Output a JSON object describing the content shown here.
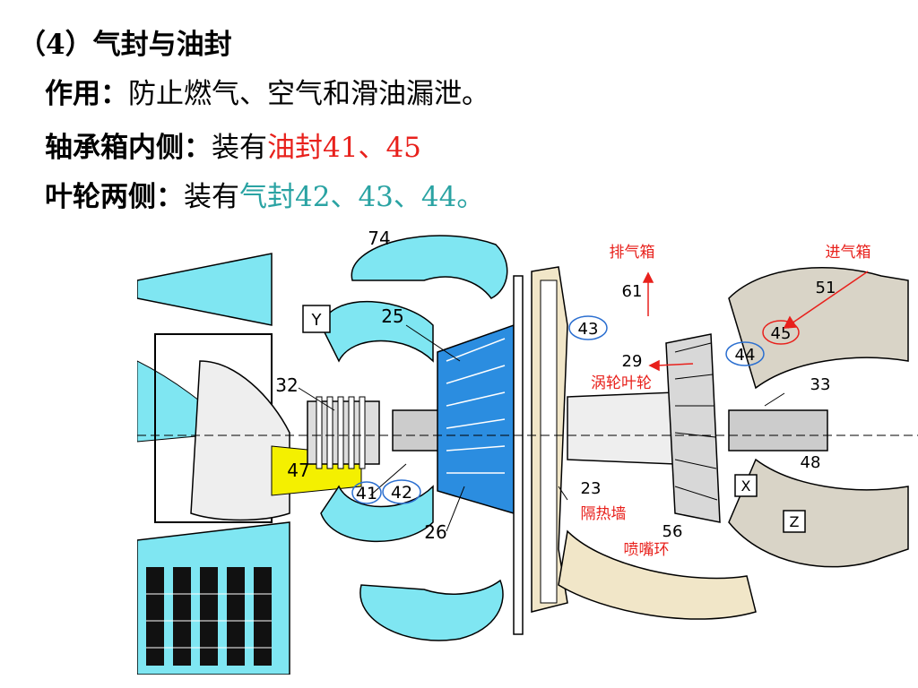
{
  "heading": "（4）气封与油封",
  "line1": {
    "label": "作用：",
    "text": "防止燃气、空气和滑油漏泄。"
  },
  "line2": {
    "label": "轴承箱内侧：",
    "text": "装有",
    "highlight": "油封41、45"
  },
  "line3": {
    "label": "叶轮两侧：",
    "text": "装有",
    "highlight": "气封42、43、44。"
  },
  "colors": {
    "red": "#e8211c",
    "teal": "#2aa3a3",
    "light_blue": "#7fe6f2",
    "blue": "#2b8de0",
    "yellow": "#f4f000"
  },
  "diagram": {
    "numbers": {
      "n74": "74",
      "n25": "25",
      "n32": "32",
      "n47": "47",
      "n41": "41",
      "n42": "42",
      "n26": "26",
      "n61": "61",
      "n43": "43",
      "n29": "29",
      "n44": "44",
      "n23": "23",
      "n56": "56",
      "n51": "51",
      "n45": "45",
      "n33": "33",
      "n48": "48"
    },
    "letters": {
      "y": "Y",
      "x": "X",
      "z": "Z"
    },
    "annotations": {
      "exhaust_box": "排气箱",
      "intake_box": "进气箱",
      "turbine_wheel": "涡轮叶轮",
      "heat_shield": "隔热墙",
      "nozzle_ring": "喷嘴环"
    }
  }
}
